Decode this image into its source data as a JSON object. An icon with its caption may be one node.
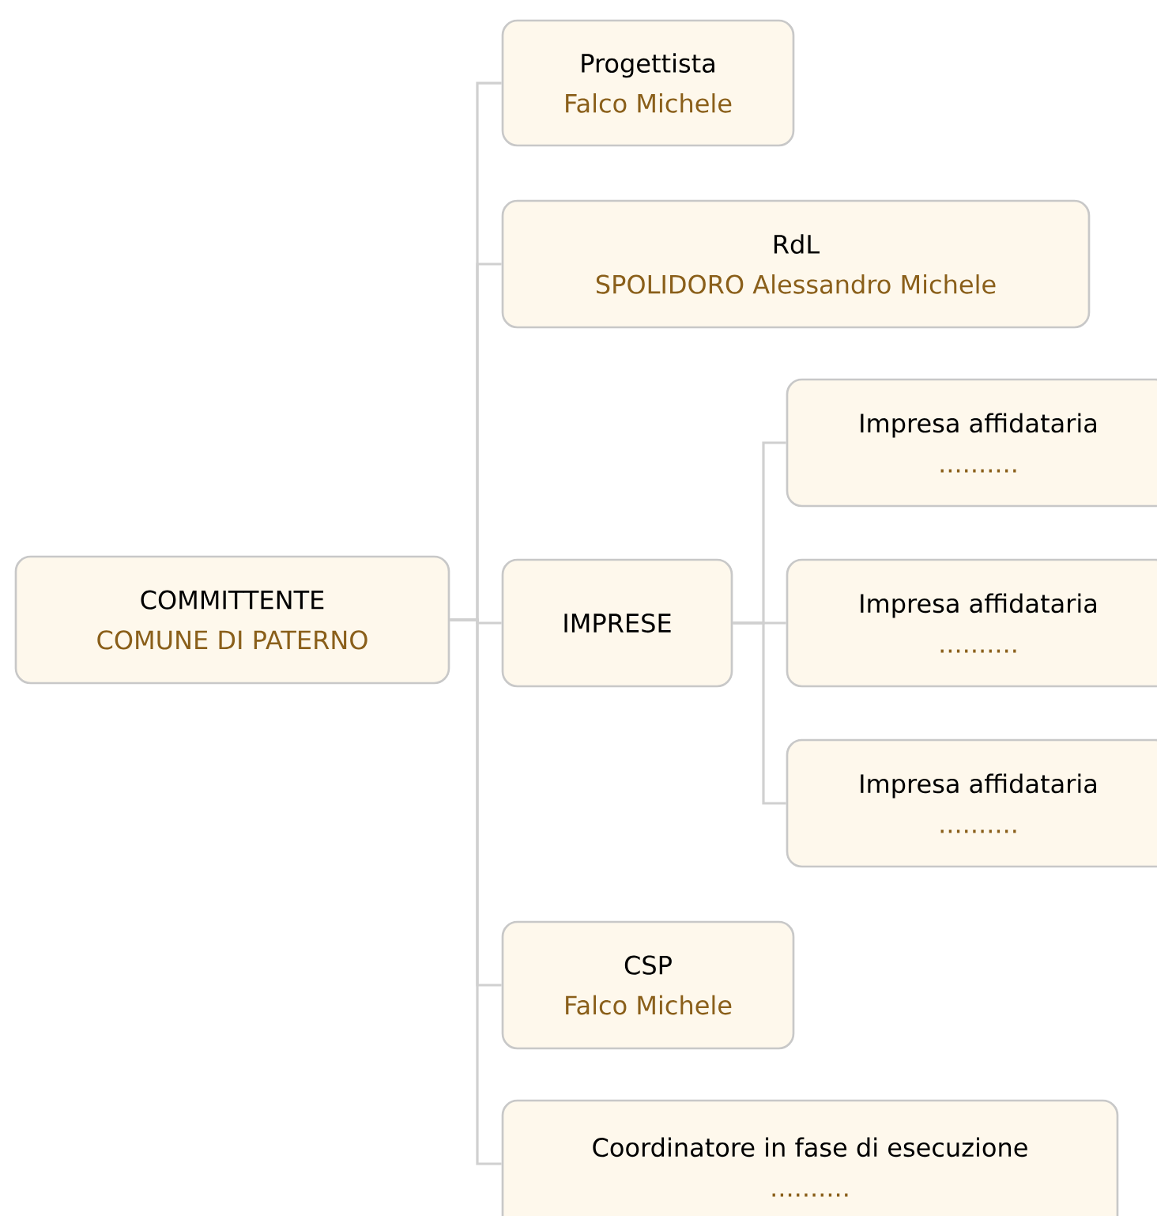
{
  "diagram": {
    "nodes": [
      {
        "text": [
          "COMMITTENTE",
          "COMUNE DI PATERNO"
        ]
      },
      {
        "text": [
          "Progettista",
          "Falco Michele"
        ]
      },
      {
        "text": [
          "RdL",
          "SPOLIDORO Alessandro Michele"
        ]
      },
      {
        "text": [
          "IMPRESE"
        ]
      },
      {
        "text": [
          "Impresa affidataria",
          ".........."
        ]
      },
      {
        "text": [
          "Impresa affidataria",
          ".........."
        ]
      },
      {
        "text": [
          "Impresa affidataria",
          ".........."
        ]
      },
      {
        "text": [
          "CSP",
          "Falco Michele"
        ]
      },
      {
        "text": [
          "Coordinatore in fase di esecuzione",
          ".........."
        ]
      }
    ],
    "edges": [
      {
        "from": 0,
        "to": 1,
        "arrow": "none"
      },
      {
        "from": 0,
        "to": 2,
        "arrow": "none"
      },
      {
        "from": 0,
        "to": 3,
        "arrow": "none"
      },
      {
        "from": 0,
        "to": 7,
        "arrow": "none"
      },
      {
        "from": 0,
        "to": 8,
        "arrow": "none"
      },
      {
        "from": 3,
        "to": 4,
        "arrow": "none"
      },
      {
        "from": 3,
        "to": 5,
        "arrow": "none"
      },
      {
        "from": 3,
        "to": 6,
        "arrow": "none"
      }
    ]
  }
}
